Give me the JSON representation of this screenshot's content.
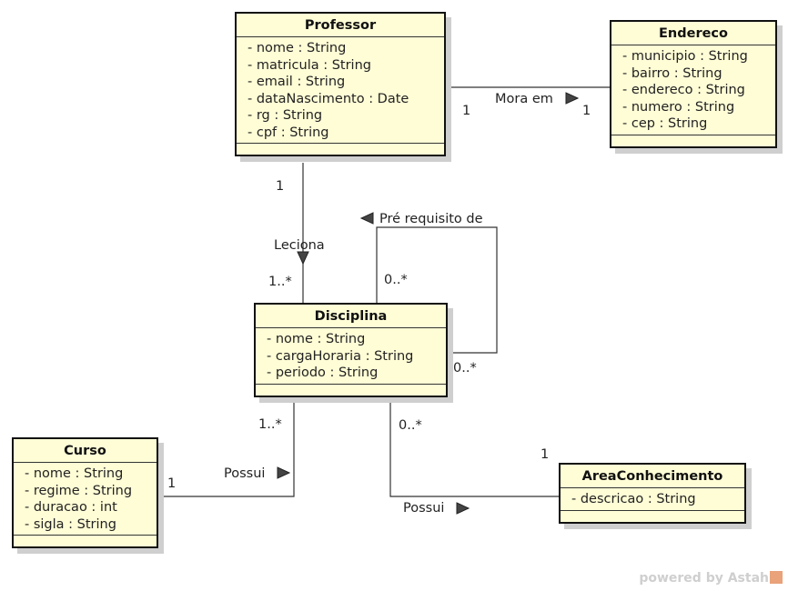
{
  "classes": {
    "professor": {
      "name": "Professor",
      "attributes": [
        "- nome : String",
        "- matricula : String",
        "- email : String",
        "- dataNascimento : Date",
        "- rg : String",
        "- cpf : String"
      ]
    },
    "endereco": {
      "name": "Endereco",
      "attributes": [
        "- municipio : String",
        "- bairro : String",
        "- endereco : String",
        "- numero : String",
        "- cep : String"
      ]
    },
    "disciplina": {
      "name": "Disciplina",
      "attributes": [
        "- nome : String",
        "- cargaHoraria : String",
        "- periodo : String"
      ]
    },
    "curso": {
      "name": "Curso",
      "attributes": [
        "- nome : String",
        "- regime : String",
        "- duracao : int",
        "- sigla : String"
      ]
    },
    "area": {
      "name": "AreaConhecimento",
      "attributes": [
        "- descricao : String"
      ]
    }
  },
  "associations": {
    "mora_em": {
      "label": "Mora em",
      "mult_professor": "1",
      "mult_endereco": "1"
    },
    "leciona": {
      "label": "Leciona",
      "mult_professor": "1",
      "mult_disciplina": "1..*"
    },
    "pre_requisito": {
      "label": "Pré requisito de",
      "mult_top": "0..*",
      "mult_right": "0..*"
    },
    "possui_curso": {
      "label": "Possui",
      "mult_disciplina": "1..*",
      "mult_curso": "1"
    },
    "possui_area": {
      "label": "Possui",
      "mult_disciplina": "0..*",
      "mult_area": "1"
    }
  },
  "watermark": "powered by Astah",
  "colors": {
    "class_fill": "#fffdd6",
    "line": "#333333",
    "shadow": "#cfcfcf"
  }
}
